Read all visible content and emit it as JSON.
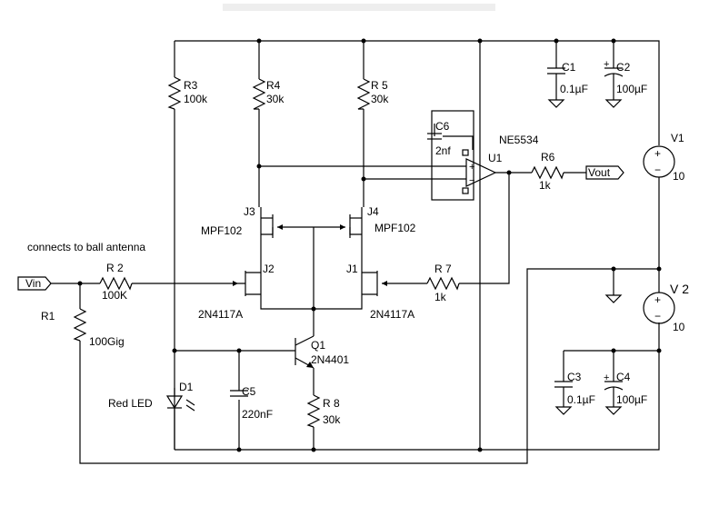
{
  "header_text": "",
  "annotation": "connects to ball antenna",
  "ports": {
    "vin": "Vin",
    "vout": "Vout"
  },
  "components": {
    "R1": {
      "ref": "R1",
      "value": "100Gig"
    },
    "R2": {
      "ref": "R 2",
      "value": "100K"
    },
    "R3": {
      "ref": "R3",
      "value": "100k"
    },
    "R4": {
      "ref": "R4",
      "value": "30k"
    },
    "R5": {
      "ref": "R 5",
      "value": "30k"
    },
    "R6": {
      "ref": "R6",
      "value": "1k"
    },
    "R7": {
      "ref": "R 7",
      "value": "1k"
    },
    "R8": {
      "ref": "R 8",
      "value": "30k"
    },
    "C1": {
      "ref": "C1",
      "value": "0.1µF"
    },
    "C2": {
      "ref": "C2",
      "value": "100µF"
    },
    "C3": {
      "ref": "C3",
      "value": "0.1µF"
    },
    "C4": {
      "ref": "C4",
      "value": "100µF"
    },
    "C5": {
      "ref": "C5",
      "value": "220nF"
    },
    "C6": {
      "ref": "C6",
      "value": "2nf"
    },
    "J1": {
      "ref": "J1",
      "type": "2N4117A"
    },
    "J2": {
      "ref": "J2",
      "type": "2N4117A"
    },
    "J3": {
      "ref": "J3",
      "type": "MPF102"
    },
    "J4": {
      "ref": "J4",
      "type": "MPF102"
    },
    "Q1": {
      "ref": "Q1",
      "type": "2N4401"
    },
    "U1": {
      "ref": "U1",
      "type": "NE5534"
    },
    "D1": {
      "ref": "D1",
      "label": "Red LED"
    },
    "V1": {
      "ref": "V1",
      "value": "10"
    },
    "V2": {
      "ref": "V 2",
      "value": "10"
    }
  },
  "icons": [
    "resistor-icon",
    "capacitor-icon",
    "polarized-capacitor-icon",
    "jfet-icon",
    "npn-transistor-icon",
    "op-amp-icon",
    "led-icon",
    "voltage-source-icon",
    "ground-icon"
  ]
}
